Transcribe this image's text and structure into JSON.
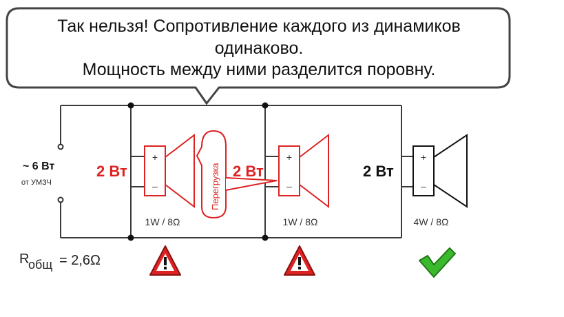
{
  "bubble": {
    "line1": "Так нельзя! Сопротивление каждого из динамиков",
    "line2": "одинаково.",
    "line3": "Мощность между ними разделится поровну."
  },
  "source": {
    "power": "~ 6 Вт",
    "label": "от УМЗЧ"
  },
  "total_resistance": {
    "symbol": "R",
    "subscript": "общ",
    "value": "= 2,6Ω"
  },
  "overload_label": "Перегрузка",
  "speakers": [
    {
      "power": "2 Вт",
      "rating": "1W / 8Ω",
      "plus": "+",
      "minus": "–",
      "status": "warning",
      "color": "#d22222"
    },
    {
      "power": "2 Вт",
      "rating": "1W / 8Ω",
      "plus": "+",
      "minus": "–",
      "status": "warning",
      "color": "#d22222"
    },
    {
      "power": "2 Вт",
      "rating": "4W / 8Ω",
      "plus": "+",
      "minus": "–",
      "status": "ok",
      "color": "#111111"
    }
  ],
  "colors": {
    "warning_red": "#d22222",
    "ok_green": "#3cb82e",
    "wire": "#3a3a3a"
  }
}
